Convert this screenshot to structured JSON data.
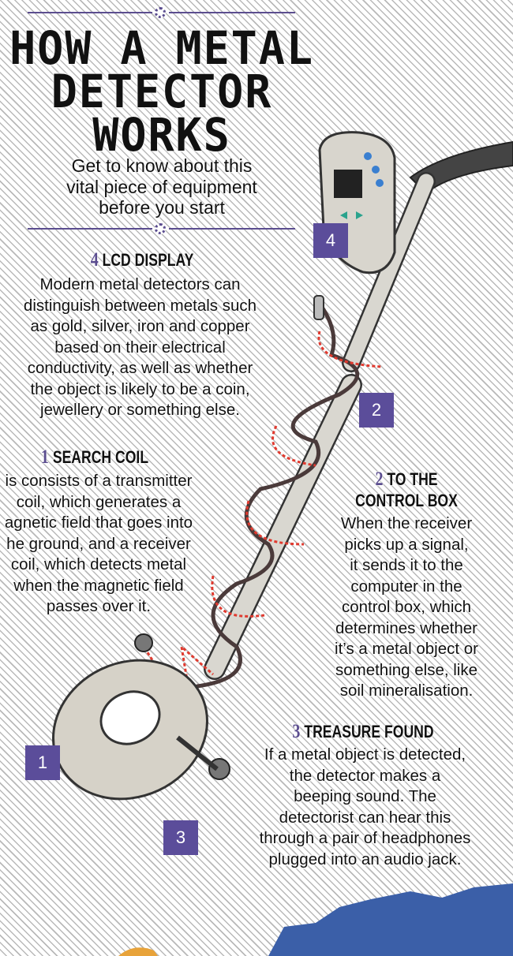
{
  "title": [
    "HOW A METAL",
    "DETECTOR",
    "WORKS"
  ],
  "subtitle": [
    "Get to know about this",
    "vital piece of equipment",
    "before you start"
  ],
  "sections": {
    "lcd": {
      "num": "4",
      "heading": "LCD DISPLAY",
      "body": [
        "Modern metal detectors can",
        "distinguish between metals such",
        "as gold, silver, iron and copper",
        "based on their electrical",
        "conductivity, as well as whether",
        "the object is likely to be a coin,",
        "jewellery or something else."
      ]
    },
    "coil": {
      "num": "1",
      "heading": "SEARCH COIL",
      "body": [
        "is consists of a transmitter",
        "coil, which generates a",
        "agnetic field that goes into",
        "he ground, and a receiver",
        "coil, which detects metal",
        "when the magnetic field",
        "passes over it."
      ]
    },
    "control": {
      "num": "2",
      "heading": [
        "TO THE",
        "CONTROL BOX"
      ],
      "body": [
        "When the receiver",
        "picks up a signal,",
        "it sends it to the",
        "computer in the",
        "control box, which",
        "determines whether",
        "it’s a metal object or",
        "something else, like",
        "soil mineralisation."
      ]
    },
    "treasure": {
      "num": "3",
      "heading": "TREASURE FOUND",
      "body": [
        "If a metal object is detected,",
        "the detector makes a",
        "beeping sound. The",
        "detectorist can hear this",
        "through a pair of headphones",
        "plugged into an audio jack."
      ]
    }
  },
  "badges": [
    "4",
    "2",
    "1",
    "3"
  ],
  "colors": {
    "accent": "#5b4d9a",
    "wire": "#e03a2f",
    "map": "#3b5fa8"
  }
}
